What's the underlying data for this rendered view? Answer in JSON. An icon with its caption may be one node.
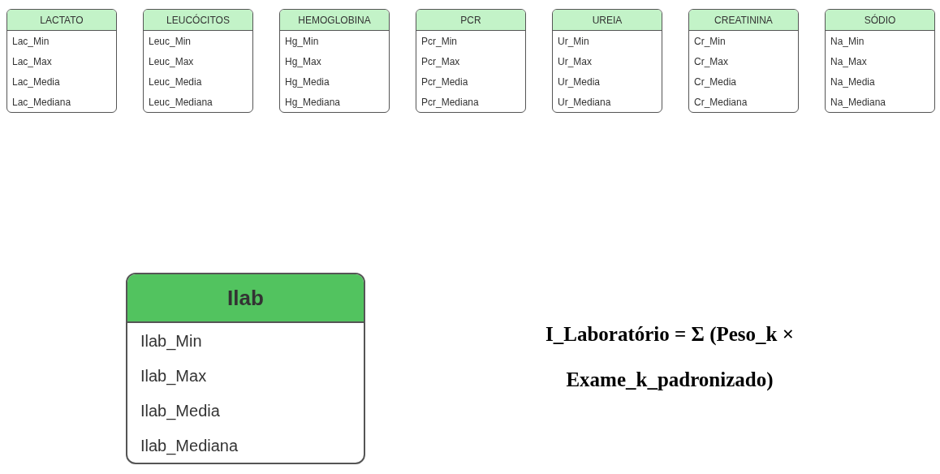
{
  "diagram": {
    "nodes": [
      {
        "text": [
          "LACTATO",
          "Lac_Min",
          "Lac_Max",
          "Lac_Media",
          "Lac_Mediana"
        ]
      },
      {
        "text": [
          "LEUCÓCITOS",
          "Leuc_Min",
          "Leuc_Max",
          "Leuc_Media",
          "Leuc_Mediana"
        ]
      },
      {
        "text": [
          "HEMOGLOBINA",
          "Hg_Min",
          "Hg_Max",
          "Hg_Media",
          "Hg_Mediana"
        ]
      },
      {
        "text": [
          "PCR",
          "Pcr_Min",
          "Pcr_Max",
          "Pcr_Media",
          "Pcr_Mediana"
        ]
      },
      {
        "text": [
          "UREIA",
          "Ur_Min",
          "Ur_Max",
          "Ur_Media",
          "Ur_Mediana"
        ]
      },
      {
        "text": [
          "CREATININA",
          "Cr_Min",
          "Cr_Max",
          "Cr_Media",
          "Cr_Mediana"
        ]
      },
      {
        "text": [
          "SÓDIO",
          "Na_Min",
          "Na_Max",
          "Na_Media",
          "Na_Mediana"
        ]
      },
      {
        "text": [
          "Ilab",
          "Ilab_Min",
          "Ilab_Max",
          "Ilab_Media",
          "Ilab_Mediana"
        ]
      }
    ],
    "labels": [
      "I_Laboratório = Σ (Peso_k × Exame_k_padronizado)"
    ]
  }
}
